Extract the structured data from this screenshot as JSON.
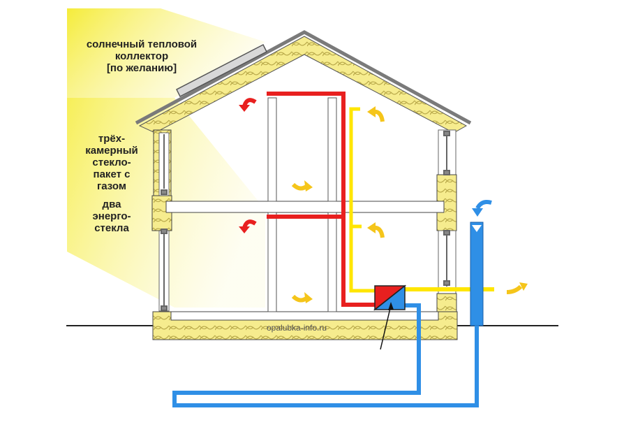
{
  "labels": {
    "solar_collector": "солнечный тепловой\nколлектор\n[по желанию]",
    "triple_glazing": "трёх-\nкамерный\nстекло-\nпакет с\nгазом",
    "two_energy_glass": "два\nэнерго-\nстекла"
  },
  "watermark": "opalubka-info.ru",
  "colors": {
    "sunlight": "#f8f07a",
    "insulation": "#f6ec8e",
    "supply_air": "#e8201f",
    "exhaust_air": "#ffe600",
    "fresh_air": "#2f8fe6",
    "roof": "#808080",
    "arrow_red": "#e8201f",
    "arrow_yellow": "#f5c51a"
  },
  "icons": [
    "sun-light-beam",
    "solar-panel",
    "heat-exchanger",
    "air-flow-arrow"
  ]
}
